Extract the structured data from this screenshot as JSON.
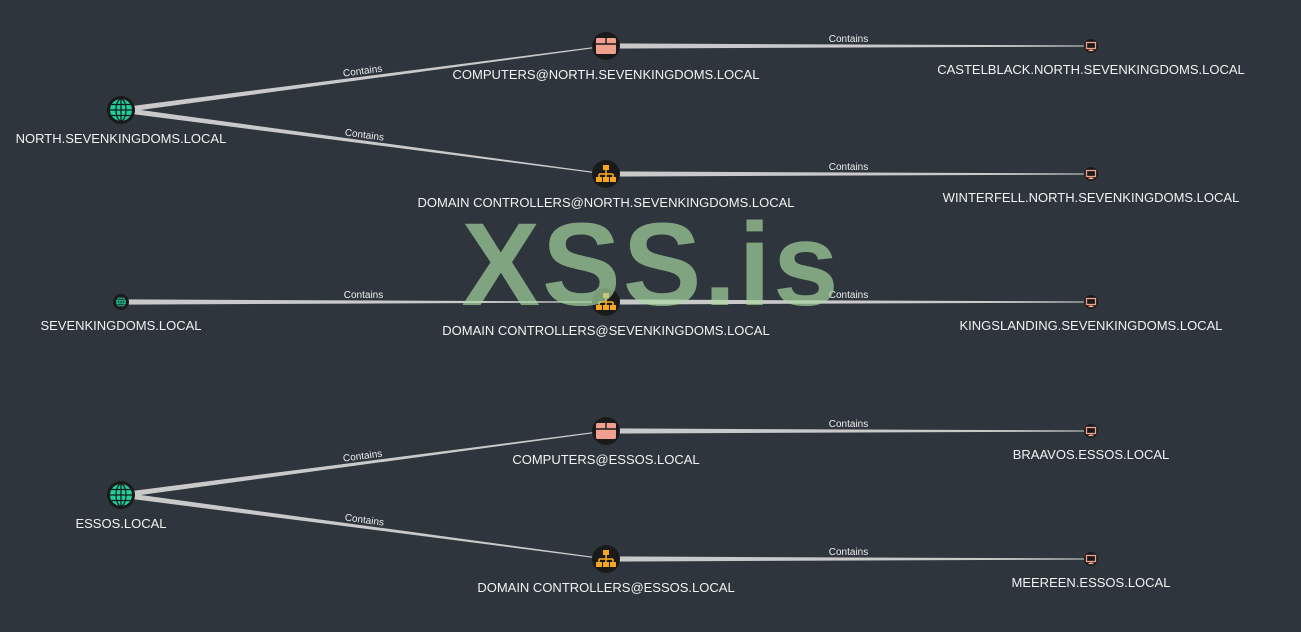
{
  "graph": {
    "watermark": "XSS.is",
    "colors": {
      "background": "#2e353c",
      "edge": "#c9c9c9",
      "domain_icon": "#1fcf9a",
      "ou_icon": "#f0a08e",
      "dc_group_icon": "#f5a623",
      "computer_icon": "#f0a08e",
      "node_ring": "#1a1a1a"
    },
    "nodes": [
      {
        "id": "n1",
        "label": "NORTH.SEVENKINGDOMS.LOCAL",
        "kind": "domain",
        "icon": "globe-icon"
      },
      {
        "id": "n2",
        "label": "COMPUTERS@NORTH.SEVENKINGDOMS.LOCAL",
        "kind": "container",
        "icon": "box-icon"
      },
      {
        "id": "n3",
        "label": "DOMAIN CONTROLLERS@NORTH.SEVENKINGDOMS.LOCAL",
        "kind": "ou",
        "icon": "sitemap-icon"
      },
      {
        "id": "n4",
        "label": "CASTELBLACK.NORTH.SEVENKINGDOMS.LOCAL",
        "kind": "computer",
        "icon": "monitor-icon"
      },
      {
        "id": "n5",
        "label": "WINTERFELL.NORTH.SEVENKINGDOMS.LOCAL",
        "kind": "computer",
        "icon": "monitor-icon"
      },
      {
        "id": "n6",
        "label": "SEVENKINGDOMS.LOCAL",
        "kind": "domain",
        "icon": "globe-icon"
      },
      {
        "id": "n7",
        "label": "DOMAIN CONTROLLERS@SEVENKINGDOMS.LOCAL",
        "kind": "ou",
        "icon": "sitemap-icon"
      },
      {
        "id": "n8",
        "label": "KINGSLANDING.SEVENKINGDOMS.LOCAL",
        "kind": "computer",
        "icon": "monitor-icon"
      },
      {
        "id": "n9",
        "label": "ESSOS.LOCAL",
        "kind": "domain",
        "icon": "globe-icon"
      },
      {
        "id": "n10",
        "label": "COMPUTERS@ESSOS.LOCAL",
        "kind": "container",
        "icon": "box-icon"
      },
      {
        "id": "n11",
        "label": "DOMAIN CONTROLLERS@ESSOS.LOCAL",
        "kind": "ou",
        "icon": "sitemap-icon"
      },
      {
        "id": "n12",
        "label": "BRAAVOS.ESSOS.LOCAL",
        "kind": "computer",
        "icon": "monitor-icon"
      },
      {
        "id": "n13",
        "label": "MEEREEN.ESSOS.LOCAL",
        "kind": "computer",
        "icon": "monitor-icon"
      }
    ],
    "edges": [
      {
        "from": "n1",
        "to": "n2",
        "label": "Contains"
      },
      {
        "from": "n1",
        "to": "n3",
        "label": "Contains"
      },
      {
        "from": "n2",
        "to": "n4",
        "label": "Contains"
      },
      {
        "from": "n3",
        "to": "n5",
        "label": "Contains"
      },
      {
        "from": "n6",
        "to": "n7",
        "label": "Contains"
      },
      {
        "from": "n7",
        "to": "n8",
        "label": "Contains"
      },
      {
        "from": "n9",
        "to": "n10",
        "label": "Contains"
      },
      {
        "from": "n9",
        "to": "n11",
        "label": "Contains"
      },
      {
        "from": "n10",
        "to": "n12",
        "label": "Contains"
      },
      {
        "from": "n11",
        "to": "n13",
        "label": "Contains"
      }
    ]
  }
}
